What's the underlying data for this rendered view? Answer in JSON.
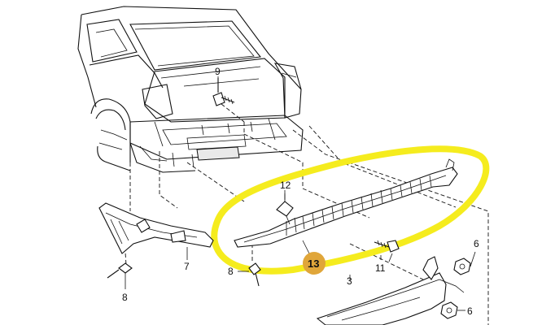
{
  "diagram": {
    "part_numbers": {
      "p9": "9",
      "p12": "12",
      "p13": "13",
      "p11": "11",
      "p7": "7",
      "p8_left": "8",
      "p8_bottom": "8",
      "p6_top": "6",
      "p6_bottom": "6",
      "p3": "3"
    },
    "colors": {
      "highlight_ellipse": "#f5ec1e",
      "badge_13": "#e0a63a",
      "line_art": "#111111",
      "background": "#ffffff"
    }
  }
}
